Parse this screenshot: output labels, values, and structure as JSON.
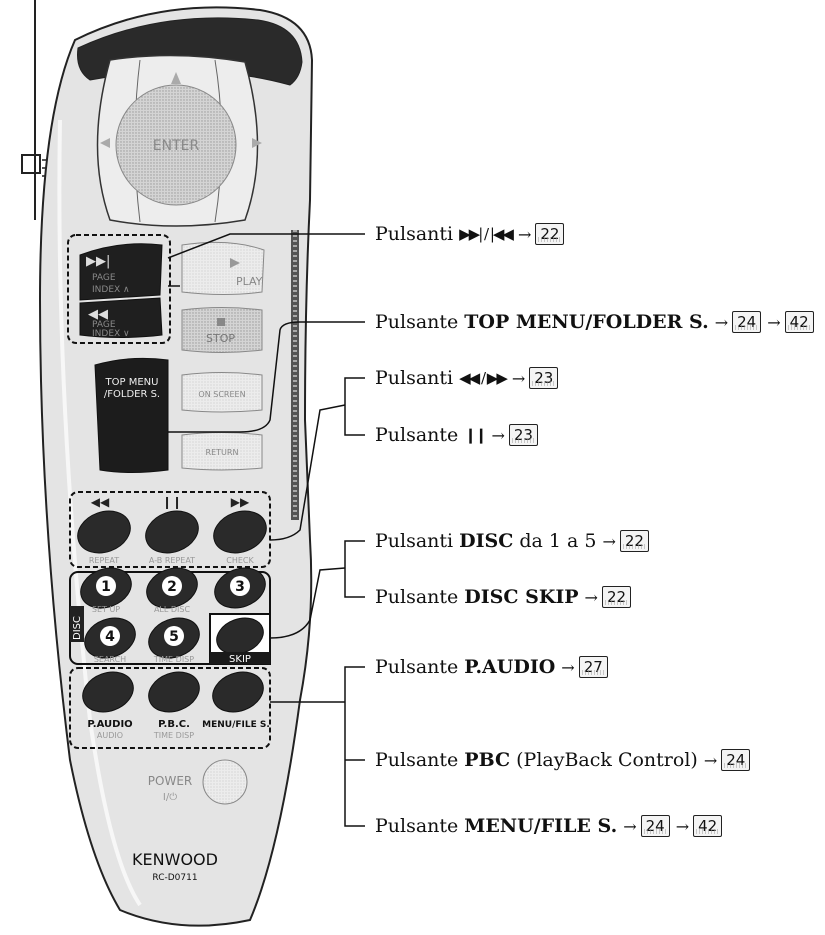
{
  "remote": {
    "brand": "KENWOOD",
    "model": "RC-D0711",
    "enter_label": "ENTER",
    "play_label": "PLAY",
    "stop_label": "STOP",
    "on_screen_label": "ON SCREEN",
    "return_label": "RETURN",
    "top_menu_label_1": "TOP MENU",
    "top_menu_label_2": "/FOLDER S.",
    "disc_label": "DISC",
    "skip_label": "SKIP",
    "power_label": "POWER",
    "power_sub": "I/⏻",
    "page_up_label": "PAGE",
    "index_up_label": "INDEX ∧",
    "page_down_label": "PAGE",
    "index_down_label": "INDEX ∨",
    "row1_subs": [
      "REPEAT",
      "A-B REPEAT",
      "CHECK"
    ],
    "disc_numbers": [
      "1",
      "2",
      "3",
      "4",
      "5"
    ],
    "disc_subs": [
      "SET UP",
      "ALL DISC",
      "SEARCH",
      "TIME DISP"
    ],
    "bottom_labels": [
      "P.AUDIO",
      "P.B.C.",
      "MENU/FILE S."
    ],
    "bottom_subs": [
      "AUDIO",
      "TIME DISP",
      ""
    ]
  },
  "callouts": [
    {
      "pre": "Pulsanti",
      "bold": "",
      "post": "",
      "symbol": "▶▶| / |◀◀",
      "refs": [
        "22"
      ]
    },
    {
      "pre": "Pulsante",
      "bold": "TOP MENU/FOLDER S.",
      "post": "",
      "symbol": "",
      "refs": [
        "24",
        "42"
      ]
    },
    {
      "pre": "Pulsanti",
      "bold": "",
      "post": "",
      "symbol": "◀◀ / ▶▶",
      "refs": [
        "23"
      ]
    },
    {
      "pre": "Pulsante",
      "bold": "",
      "post": "",
      "symbol": "❙❙",
      "refs": [
        "23"
      ]
    },
    {
      "pre": "Pulsanti",
      "bold": "DISC",
      "post": "da 1 a 5",
      "symbol": "",
      "refs": [
        "22"
      ]
    },
    {
      "pre": "Pulsante",
      "bold": "DISC SKIP",
      "post": "",
      "symbol": "",
      "refs": [
        "22"
      ]
    },
    {
      "pre": "Pulsante",
      "bold": "P.AUDIO",
      "post": "",
      "symbol": "",
      "refs": [
        "27"
      ]
    },
    {
      "pre": "Pulsante",
      "bold": "PBC",
      "post": "(PlayBack Control)",
      "symbol": "",
      "refs": [
        "24"
      ]
    },
    {
      "pre": "Pulsante",
      "bold": "MENU/FILE S.",
      "post": "",
      "symbol": "",
      "refs": [
        "24",
        "42"
      ]
    }
  ]
}
